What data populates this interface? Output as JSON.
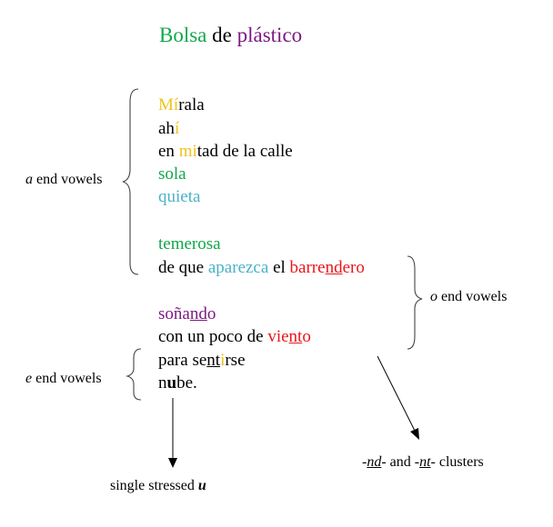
{
  "colors": {
    "green": "#10a84a",
    "purple": "#7d1a85",
    "yellow": "#f2c21b",
    "teal": "#4bb2c8",
    "red": "#e8161b",
    "black": "#000000"
  },
  "title": {
    "part1": "Bolsa",
    "part2": " de ",
    "part3": "plástico"
  },
  "poem": {
    "l1": {
      "a": "Mí",
      "b": "rala"
    },
    "l2": {
      "a": "ah",
      "b": "í"
    },
    "l3": {
      "a": "en ",
      "b": "mi",
      "c": "tad de la calle"
    },
    "l4": "sola",
    "l5": "quieta",
    "l6": "temerosa",
    "l7": {
      "a": "de que ",
      "b": "aparezca",
      "c": " el ",
      "d": "barre",
      "e": "nd",
      "f": "ero"
    },
    "l8": {
      "a": "soña",
      "b": "nd",
      "c": "o"
    },
    "l9": {
      "a": "con un poco de ",
      "b": "vie",
      "c": "nt",
      "d": "o"
    },
    "l10": {
      "a": "para se",
      "b": "nt",
      "c": "i",
      "d": "rse"
    },
    "l11": {
      "a": "n",
      "b": "u",
      "c": "be."
    }
  },
  "annotations": {
    "a_vowels": {
      "letter": "a",
      "text": " end vowels"
    },
    "o_vowels": {
      "letter": "o",
      "text": " end vowels"
    },
    "e_vowels": {
      "letter": "e",
      "text": " end vowels"
    },
    "single_u": {
      "text": "single stressed ",
      "letter": "u"
    },
    "clusters": {
      "d1": "-",
      "nd": "nd",
      "d2": "- and -",
      "nt": "nt",
      "d3": "- clusters"
    }
  }
}
